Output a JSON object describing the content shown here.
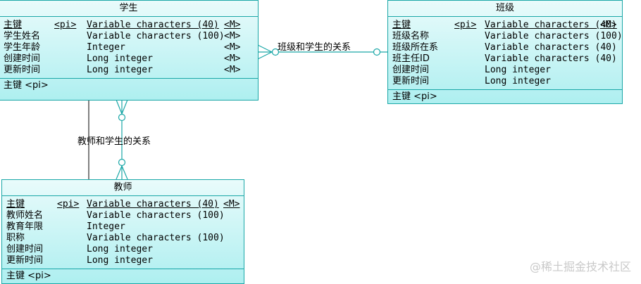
{
  "entities": {
    "student": {
      "title": "学生",
      "attributes": [
        {
          "name": "主键",
          "flag": "<pi>",
          "type": "Variable characters (40)",
          "mand": "<M>"
        },
        {
          "name": "学生姓名",
          "flag": "",
          "type": "Variable characters (100)",
          "mand": "<M>"
        },
        {
          "name": "学生年龄",
          "flag": "",
          "type": "Integer",
          "mand": "<M>"
        },
        {
          "name": "创建时间",
          "flag": "",
          "type": "Long integer",
          "mand": "<M>"
        },
        {
          "name": "更新时间",
          "flag": "",
          "type": "Long integer",
          "mand": "<M>"
        }
      ],
      "identifier": "主键 <pi>"
    },
    "class": {
      "title": "班级",
      "attributes": [
        {
          "name": "主键",
          "flag": "<pi>",
          "type": "Variable characters (40)",
          "mand": "<M>"
        },
        {
          "name": "班级名称",
          "flag": "",
          "type": "Variable characters (100)",
          "mand": ""
        },
        {
          "name": "班级所在系",
          "flag": "",
          "type": "Variable characters (40)",
          "mand": ""
        },
        {
          "name": "班主任ID",
          "flag": "",
          "type": "Variable characters (40)",
          "mand": ""
        },
        {
          "name": "创建时间",
          "flag": "",
          "type": "Long integer",
          "mand": ""
        },
        {
          "name": "更新时间",
          "flag": "",
          "type": "Long integer",
          "mand": ""
        }
      ],
      "identifier": "主键 <pi>"
    },
    "teacher": {
      "title": "教师",
      "attributes": [
        {
          "name": "主键",
          "flag": "<pi>",
          "type": "Variable characters (40)",
          "mand": "<M>"
        },
        {
          "name": "教师姓名",
          "flag": "",
          "type": "Variable characters (100)",
          "mand": ""
        },
        {
          "name": "教育年限",
          "flag": "",
          "type": "Integer",
          "mand": ""
        },
        {
          "name": "职称",
          "flag": "",
          "type": "Variable characters (100)",
          "mand": ""
        },
        {
          "name": "创建时间",
          "flag": "",
          "type": "Long integer",
          "mand": ""
        },
        {
          "name": "更新时间",
          "flag": "",
          "type": "Long integer",
          "mand": ""
        }
      ],
      "identifier": "主键 <pi>"
    }
  },
  "relationships": {
    "class_student": "班级和学生的关系",
    "teacher_student": "教师和学生的关系"
  },
  "watermark": "@稀土掘金技术社区",
  "colors": {
    "border": "#1aa7a7",
    "fill_top": "#e9fbfb",
    "fill_bottom": "#aeeff0"
  }
}
